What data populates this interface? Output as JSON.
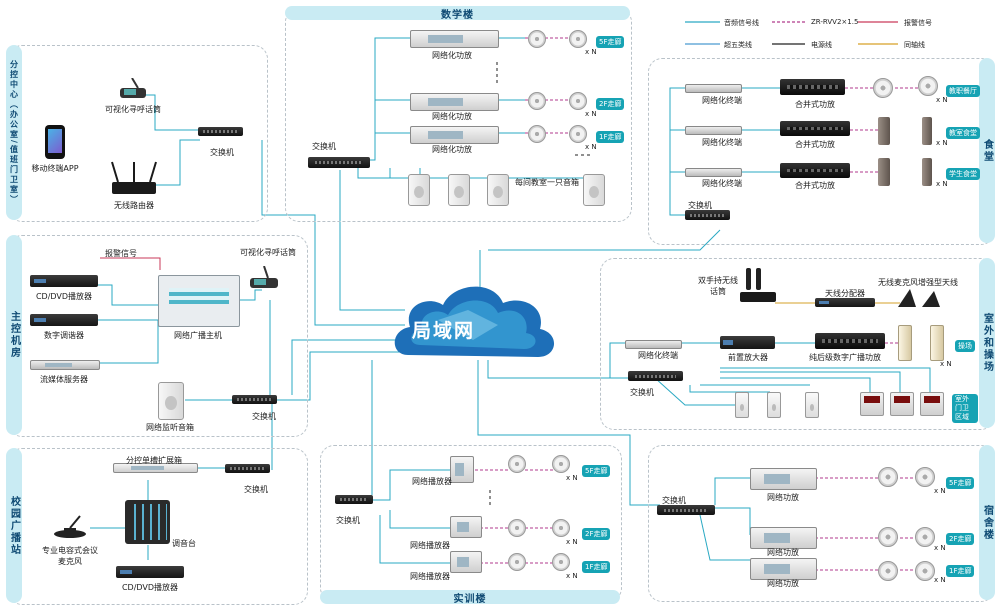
{
  "colors": {
    "audio": "#2aa9c3",
    "zr": "#b03a8c",
    "alarm": "#c93a5a",
    "cat5": "#4b9ad0",
    "power": "#222222",
    "coax": "#d6a028",
    "tag_bg": "#c9ebf3"
  },
  "legend": {
    "audio": "音频信号线",
    "zr": "ZR-RVV2×1.5",
    "alarm": "报警信号",
    "cat5": "超五类线",
    "power": "电源线",
    "coax": "同轴线"
  },
  "cloud": {
    "label": "局域网"
  },
  "zones": {
    "branch": "分控中心（办公室/值班门卫室）",
    "control": "主控机房",
    "campus": "校园广播站",
    "teaching": "数学楼",
    "training": "实训楼",
    "canteen": "食堂",
    "outdoor": "室外和操场",
    "dorm": "宿舍楼"
  },
  "branch": {
    "pager": "可视化寻呼话筒",
    "switch": "交换机",
    "app": "移动终端APP",
    "router": "无线路由器"
  },
  "control": {
    "alarm": "报警信号",
    "pager": "可视化寻呼话筒",
    "dvd": "CD/DVD播放器",
    "tuner": "数字调谐器",
    "host": "网络广播主机",
    "stream": "流媒体服务器",
    "monitor": "网络监听音箱",
    "switch": "交换机"
  },
  "campus": {
    "cabinet": "分控单槽扩展箱",
    "switch": "交换机",
    "mic": "专业电容式会议麦克风",
    "mixer": "调音台",
    "dvd": "CD/DVD播放器"
  },
  "teaching": {
    "switch": "交换机",
    "amp": "网络化功放",
    "classroom": "每间教室一只音箱",
    "floors": [
      "5F走廊",
      "2F走廊",
      "1F走廊"
    ],
    "xn": "x N"
  },
  "training": {
    "switch": "交换机",
    "player": "网络播放器",
    "floors": [
      "5F走廊",
      "2F走廊",
      "1F走廊"
    ],
    "xn": "x N"
  },
  "canteen": {
    "terminal": "网络化终端",
    "amp": "合并式功放",
    "switch": "交换机",
    "rooms": [
      "教职餐厅",
      "教室食堂",
      "学生食堂"
    ],
    "xn": "x N"
  },
  "outdoor": {
    "mic": "双手持无线话筒",
    "splitter": "天线分配器",
    "antenna": "无线麦克风增强型天线",
    "terminal": "网络化终端",
    "pre": "前置放大器",
    "amp": "纯后级数字广播功放",
    "switch": "交换机",
    "playground": "操场",
    "gate": "室外门卫区域",
    "xn": "x N"
  },
  "dorm": {
    "switch": "交换机",
    "amp": "网络功放",
    "floors": [
      "5F走廊",
      "2F走廊",
      "1F走廊"
    ],
    "xn": "x N"
  }
}
